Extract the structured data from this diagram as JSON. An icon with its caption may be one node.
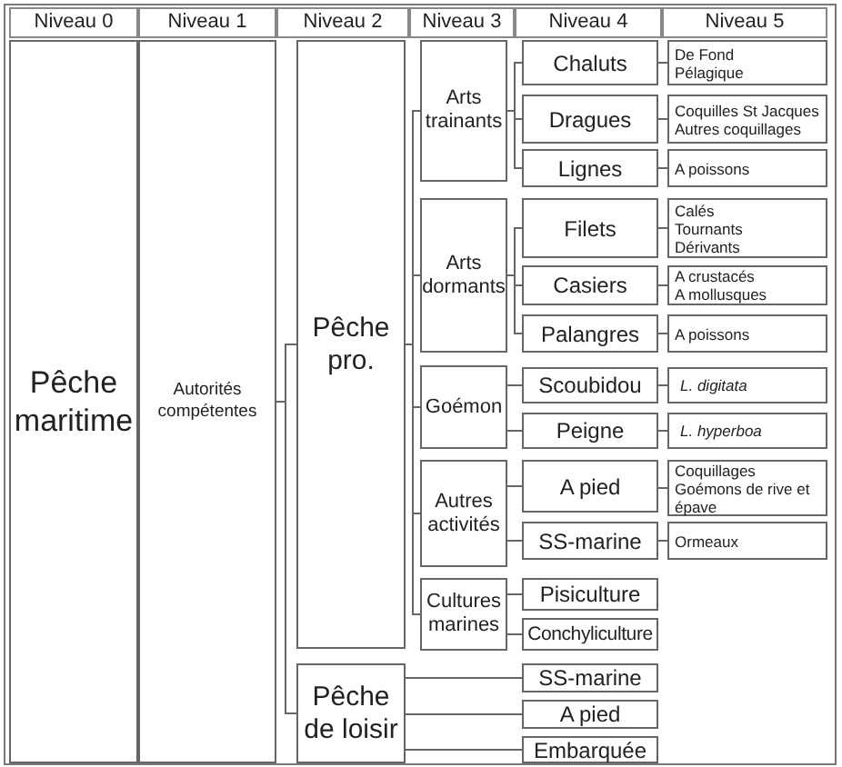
{
  "diagram": {
    "nodes": [
      {
        "text": [
          "Pêche maritime"
        ]
      },
      {
        "text": [
          "Autorités compétentes"
        ]
      },
      {
        "text": [
          "Pêche pro."
        ]
      },
      {
        "text": [
          "Arts trainants"
        ]
      },
      {
        "text": [
          "Chaluts"
        ]
      },
      {
        "text": [
          "De Fond",
          "Pélagique"
        ]
      },
      {
        "text": [
          "Dragues"
        ]
      },
      {
        "text": [
          "Coquilles St Jacques",
          "Autres coquillages"
        ]
      },
      {
        "text": [
          "Lignes"
        ]
      },
      {
        "text": [
          "A poissons"
        ]
      },
      {
        "text": [
          "Arts dormants"
        ]
      },
      {
        "text": [
          "Filets"
        ]
      },
      {
        "text": [
          "Calés",
          "Tournants",
          "Dérivants"
        ]
      },
      {
        "text": [
          "Casiers"
        ]
      },
      {
        "text": [
          "A crustacés",
          "A mollusques"
        ]
      },
      {
        "text": [
          "Palangres"
        ]
      },
      {
        "text": [
          "A poissons"
        ]
      },
      {
        "text": [
          "Goémon"
        ]
      },
      {
        "text": [
          "Scoubidou"
        ]
      },
      {
        "text": [
          "L. digitata"
        ]
      },
      {
        "text": [
          "Peigne"
        ]
      },
      {
        "text": [
          "L. hyperboa"
        ]
      },
      {
        "text": [
          "Autres activités"
        ]
      },
      {
        "text": [
          "A pied"
        ]
      },
      {
        "text": [
          "Coquillages",
          "Goémons de rive et épave"
        ]
      },
      {
        "text": [
          "SS-marine"
        ]
      },
      {
        "text": [
          "Ormeaux"
        ]
      },
      {
        "text": [
          "Cultures marines"
        ]
      },
      {
        "text": [
          "Pisiculture"
        ]
      },
      {
        "text": [
          "Conchyliculture"
        ]
      },
      {
        "text": [
          "Pêche de loisir"
        ]
      },
      {
        "text": [
          "SS-marine"
        ]
      },
      {
        "text": [
          "A pied"
        ]
      },
      {
        "text": [
          "Embarquée"
        ]
      }
    ],
    "edges": [
      {
        "from": 1,
        "to": 2,
        "arrow": "none"
      },
      {
        "from": 1,
        "to": 30,
        "arrow": "none"
      },
      {
        "from": 2,
        "to": 3,
        "arrow": "none"
      },
      {
        "from": 2,
        "to": 10,
        "arrow": "none"
      },
      {
        "from": 2,
        "to": 17,
        "arrow": "none"
      },
      {
        "from": 2,
        "to": 22,
        "arrow": "none"
      },
      {
        "from": 2,
        "to": 27,
        "arrow": "none"
      },
      {
        "from": 3,
        "to": 4,
        "arrow": "none"
      },
      {
        "from": 3,
        "to": 6,
        "arrow": "none"
      },
      {
        "from": 3,
        "to": 8,
        "arrow": "none"
      },
      {
        "from": 4,
        "to": 5,
        "arrow": "none"
      },
      {
        "from": 6,
        "to": 7,
        "arrow": "none"
      },
      {
        "from": 8,
        "to": 9,
        "arrow": "none"
      },
      {
        "from": 10,
        "to": 11,
        "arrow": "none"
      },
      {
        "from": 10,
        "to": 13,
        "arrow": "none"
      },
      {
        "from": 10,
        "to": 15,
        "arrow": "none"
      },
      {
        "from": 11,
        "to": 12,
        "arrow": "none"
      },
      {
        "from": 13,
        "to": 14,
        "arrow": "none"
      },
      {
        "from": 15,
        "to": 16,
        "arrow": "none"
      },
      {
        "from": 17,
        "to": 18,
        "arrow": "none"
      },
      {
        "from": 17,
        "to": 20,
        "arrow": "none"
      },
      {
        "from": 18,
        "to": 19,
        "arrow": "none"
      },
      {
        "from": 20,
        "to": 21,
        "arrow": "none"
      },
      {
        "from": 22,
        "to": 23,
        "arrow": "none"
      },
      {
        "from": 22,
        "to": 25,
        "arrow": "none"
      },
      {
        "from": 23,
        "to": 24,
        "arrow": "none"
      },
      {
        "from": 25,
        "to": 26,
        "arrow": "none"
      },
      {
        "from": 27,
        "to": 28,
        "arrow": "none"
      },
      {
        "from": 27,
        "to": 29,
        "arrow": "none"
      },
      {
        "from": 30,
        "to": 31,
        "arrow": "none"
      },
      {
        "from": 30,
        "to": 32,
        "arrow": "none"
      },
      {
        "from": 30,
        "to": 33,
        "arrow": "none"
      }
    ],
    "labels": [
      "Niveau 0",
      "Niveau 1",
      "Niveau 2",
      "Niveau 3",
      "Niveau 4",
      "Niveau 5"
    ]
  }
}
